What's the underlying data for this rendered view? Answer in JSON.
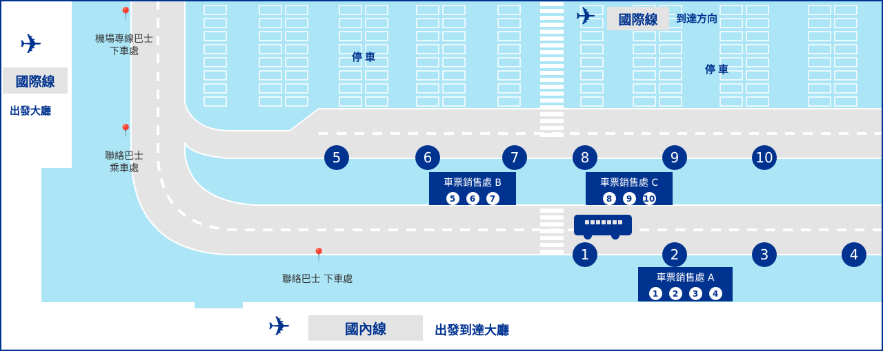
{
  "colors": {
    "accent": "#00328f",
    "water": "#ace5f6",
    "road": "#e4e4e4"
  },
  "intl_departure": {
    "line": "國際線",
    "hall": "出發大廳",
    "icon": "airplane-icon"
  },
  "intl_arrival": {
    "line": "國際線",
    "direction": "到達方向",
    "icon": "airplane-icon"
  },
  "domestic": {
    "line": "國內線",
    "hall": "出發到達大廳",
    "icon": "airplane-icon"
  },
  "parking": [
    "停車",
    "停車"
  ],
  "pins": [
    {
      "line1": "機場專線巴士",
      "line2": "下車處"
    },
    {
      "line1": "聯絡巴士",
      "line2": "乘車處"
    },
    {
      "line1": "聯絡巴士 下車處",
      "line2": ""
    }
  ],
  "stops_upper": [
    "5",
    "6",
    "7",
    "8",
    "9",
    "10"
  ],
  "stops_lower": [
    "1",
    "2",
    "3",
    "4"
  ],
  "tickets": {
    "A": {
      "label": "車票銷售處 A",
      "nums": [
        "1",
        "2",
        "3",
        "4"
      ]
    },
    "B": {
      "label": "車票銷售處 B",
      "nums": [
        "5",
        "6",
        "7"
      ]
    },
    "C": {
      "label": "車票銷售處 C",
      "nums": [
        "8",
        "9",
        "10"
      ]
    }
  }
}
